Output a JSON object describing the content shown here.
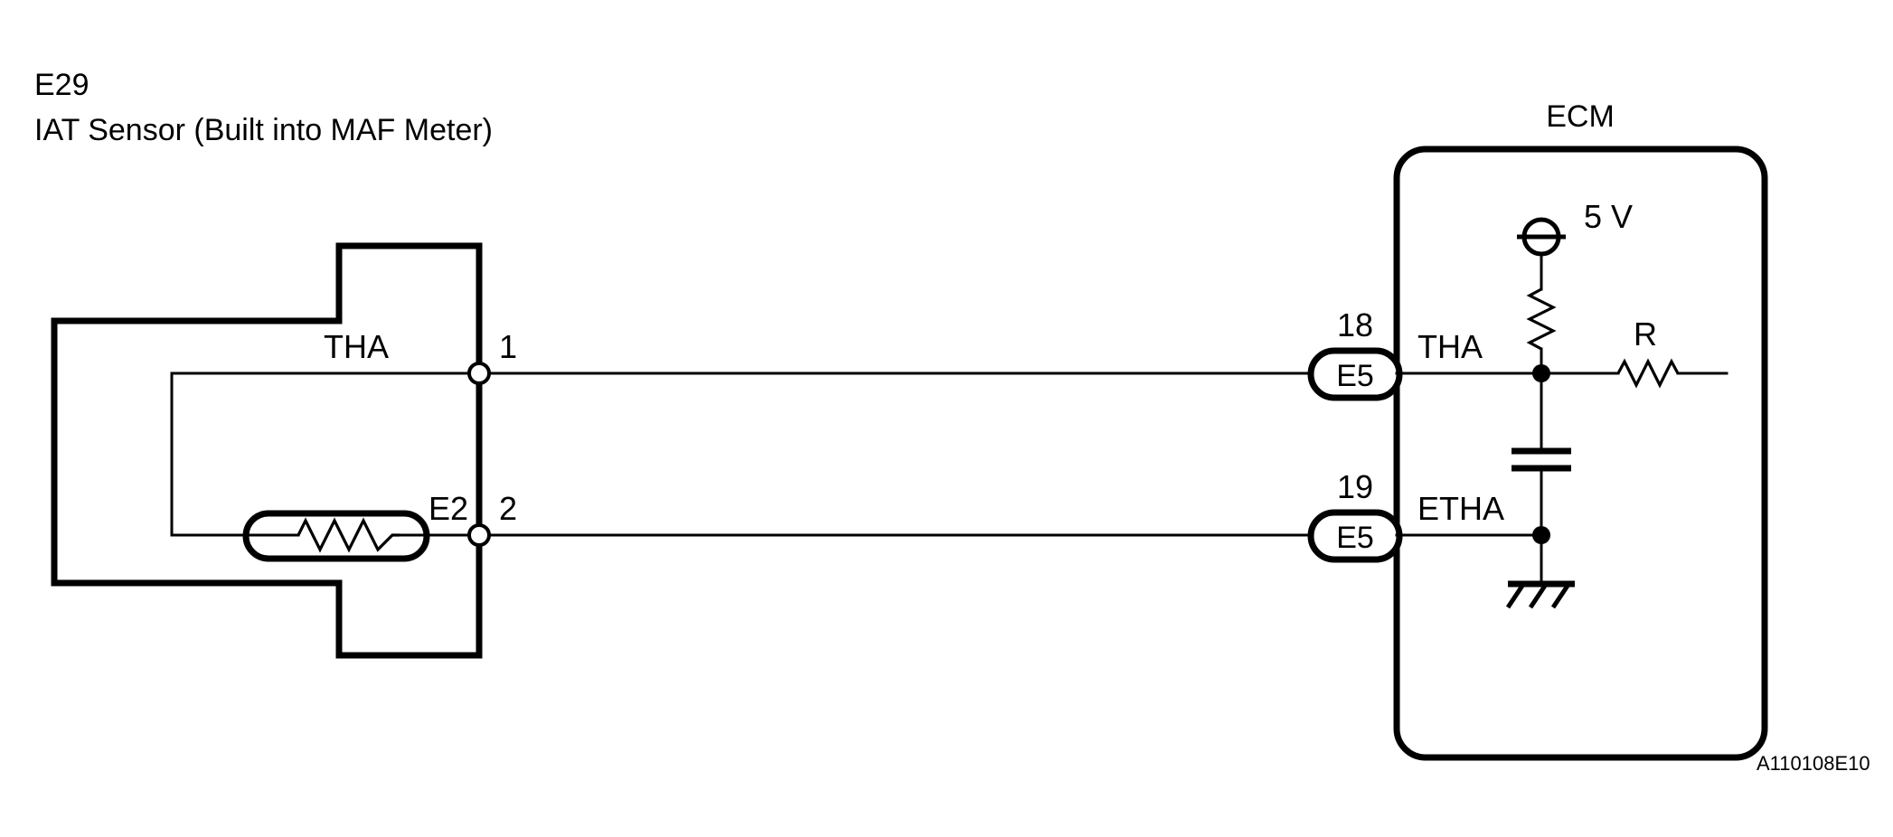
{
  "diagram": {
    "type": "automotive-wiring-schematic",
    "reference_code": "A110108E10",
    "component": {
      "connector_id": "E29",
      "name": "IAT Sensor (Built into MAF Meter)",
      "terminals": [
        {
          "pin": "1",
          "signal": "THA"
        },
        {
          "pin": "2",
          "signal": "E2"
        }
      ],
      "element": "thermistor"
    },
    "ecm": {
      "title": "ECM",
      "supply_label": "5 V",
      "pull_up_resistor": "",
      "series_resistor_label": "R",
      "pins": [
        {
          "number": "18",
          "connector": "E5",
          "signal": "THA"
        },
        {
          "number": "19",
          "connector": "E5",
          "signal": "ETHA"
        }
      ],
      "ground": "chassis-ground",
      "capacitor": "filter-capacitor"
    },
    "wires": [
      {
        "from": "E29-1 THA",
        "to": "ECM E5-18 THA"
      },
      {
        "from": "E29-2 E2",
        "to": "ECM E5-19 ETHA"
      }
    ],
    "colors": {
      "line": "#000000",
      "background": "#ffffff"
    }
  }
}
